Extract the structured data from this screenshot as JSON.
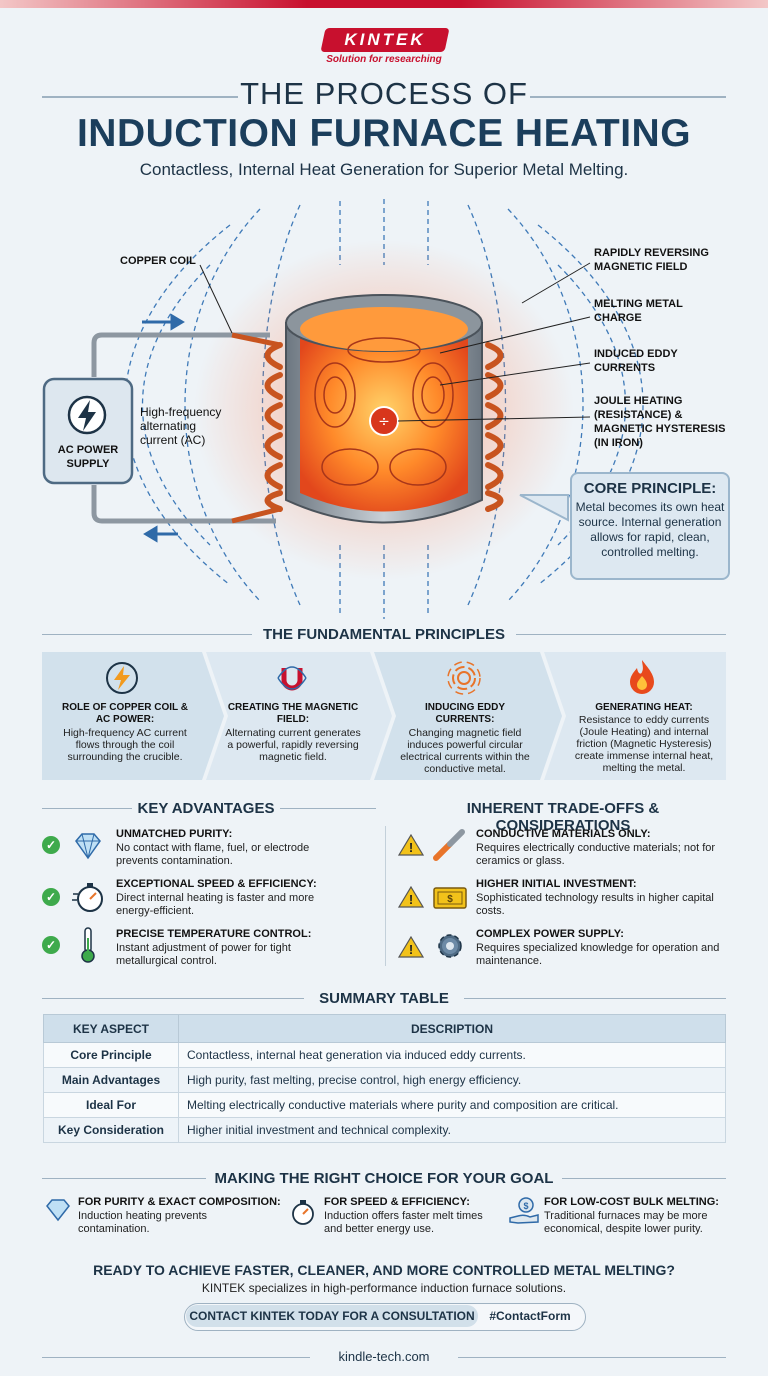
{
  "brand": {
    "logo": "KINTEK",
    "tagline": "Solution for researching"
  },
  "header": {
    "title_line1": "THE PROCESS OF",
    "title_line2": "INDUCTION FURNACE HEATING",
    "subtitle": "Contactless, Internal Heat Generation for Superior Metal Melting."
  },
  "diagram": {
    "copper_coil": "COPPER COIL",
    "power_supply": "AC POWER SUPPLY",
    "hf_current": "High-frequency alternating current (AC)",
    "magnetic_field": "RAPIDLY REVERSING MAGNETIC FIELD",
    "metal_charge": "MELTING METAL CHARGE",
    "eddy": "INDUCED EDDY CURRENTS",
    "joule": "JOULE HEATING (RESISTANCE) & MAGNETIC HYSTERESIS (IN IRON)",
    "core_title": "CORE PRINCIPLE:",
    "core_text": "Metal becomes its own heat source. Internal generation allows for rapid, clean, controlled melting."
  },
  "principles": {
    "heading": "THE FUNDAMENTAL PRINCIPLES",
    "items": [
      {
        "title": "ROLE OF COPPER COIL & AC POWER:",
        "desc": "High-frequency AC current flows through the coil surrounding the crucible.",
        "icon": "lightning-icon"
      },
      {
        "title": "CREATING THE MAGNETIC FIELD:",
        "desc": "Alternating current generates a powerful, rapidly reversing magnetic field.",
        "icon": "magnet-icon"
      },
      {
        "title": "INDUCING EDDY CURRENTS:",
        "desc": "Changing magnetic field induces powerful circular electrical currents within the conductive metal.",
        "icon": "eddy-icon"
      },
      {
        "title": "GENERATING HEAT:",
        "desc": "Resistance to eddy currents (Joule Heating) and internal friction (Magnetic Hysteresis) create immense internal heat, melting the metal.",
        "icon": "flame-icon"
      }
    ]
  },
  "advantages": {
    "heading": "KEY ADVANTAGES",
    "items": [
      {
        "title": "UNMATCHED PURITY:",
        "desc": "No contact with flame, fuel, or electrode prevents contamination.",
        "icon": "diamond-icon"
      },
      {
        "title": "EXCEPTIONAL SPEED & EFFICIENCY:",
        "desc": "Direct internal heating is faster and more energy-efficient.",
        "icon": "stopwatch-icon"
      },
      {
        "title": "PRECISE TEMPERATURE CONTROL:",
        "desc": "Instant adjustment of power for tight metallurgical control.",
        "icon": "thermometer-icon"
      }
    ]
  },
  "tradeoffs": {
    "heading": "INHERENT TRADE-OFFS & CONSIDERATIONS",
    "items": [
      {
        "title": "CONDUCTIVE MATERIALS ONLY:",
        "desc": "Requires electrically conductive materials; not for ceramics or glass.",
        "icon": "wire-icon"
      },
      {
        "title": "HIGHER INITIAL INVESTMENT:",
        "desc": "Sophisticated technology results in higher capital costs.",
        "icon": "money-icon"
      },
      {
        "title": "COMPLEX POWER SUPPLY:",
        "desc": "Requires specialized knowledge for operation and maintenance.",
        "icon": "gear-icon"
      }
    ]
  },
  "summary": {
    "heading": "SUMMARY TABLE",
    "col1": "KEY ASPECT",
    "col2": "DESCRIPTION",
    "rows": [
      {
        "k": "Core Principle",
        "v": "Contactless, internal heat generation via induced eddy currents."
      },
      {
        "k": "Main Advantages",
        "v": "High purity, fast melting, precise control, high energy efficiency."
      },
      {
        "k": "Ideal For",
        "v": "Melting electrically conductive materials where purity and composition are critical."
      },
      {
        "k": "Key Consideration",
        "v": "Higher initial investment and technical complexity."
      }
    ]
  },
  "goals": {
    "heading": "MAKING THE RIGHT CHOICE FOR YOUR GOAL",
    "items": [
      {
        "title": "FOR PURITY & EXACT COMPOSITION:",
        "desc": "Induction heating prevents contamination."
      },
      {
        "title": "FOR SPEED & EFFICIENCY:",
        "desc": "Induction offers faster melt times and better energy use."
      },
      {
        "title": "FOR LOW-COST BULK MELTING:",
        "desc": "Traditional furnaces may be more economical, despite lower purity."
      }
    ]
  },
  "cta": {
    "question": "READY TO ACHIEVE FASTER, CLEANER, AND MORE CONTROLLED METAL MELTING?",
    "statement": "KINTEK specializes in high-performance induction furnace solutions.",
    "button": "CONTACT KINTEK TODAY FOR A CONSULTATION",
    "hashtag": "#ContactForm"
  },
  "footer": {
    "url": "kindle-tech.com"
  },
  "colors": {
    "brand_red": "#c8102e",
    "navy": "#1b3e5c",
    "copper": "#d9572b",
    "check_green": "#3eaa4c",
    "warn_yellow": "#f2c21a"
  }
}
